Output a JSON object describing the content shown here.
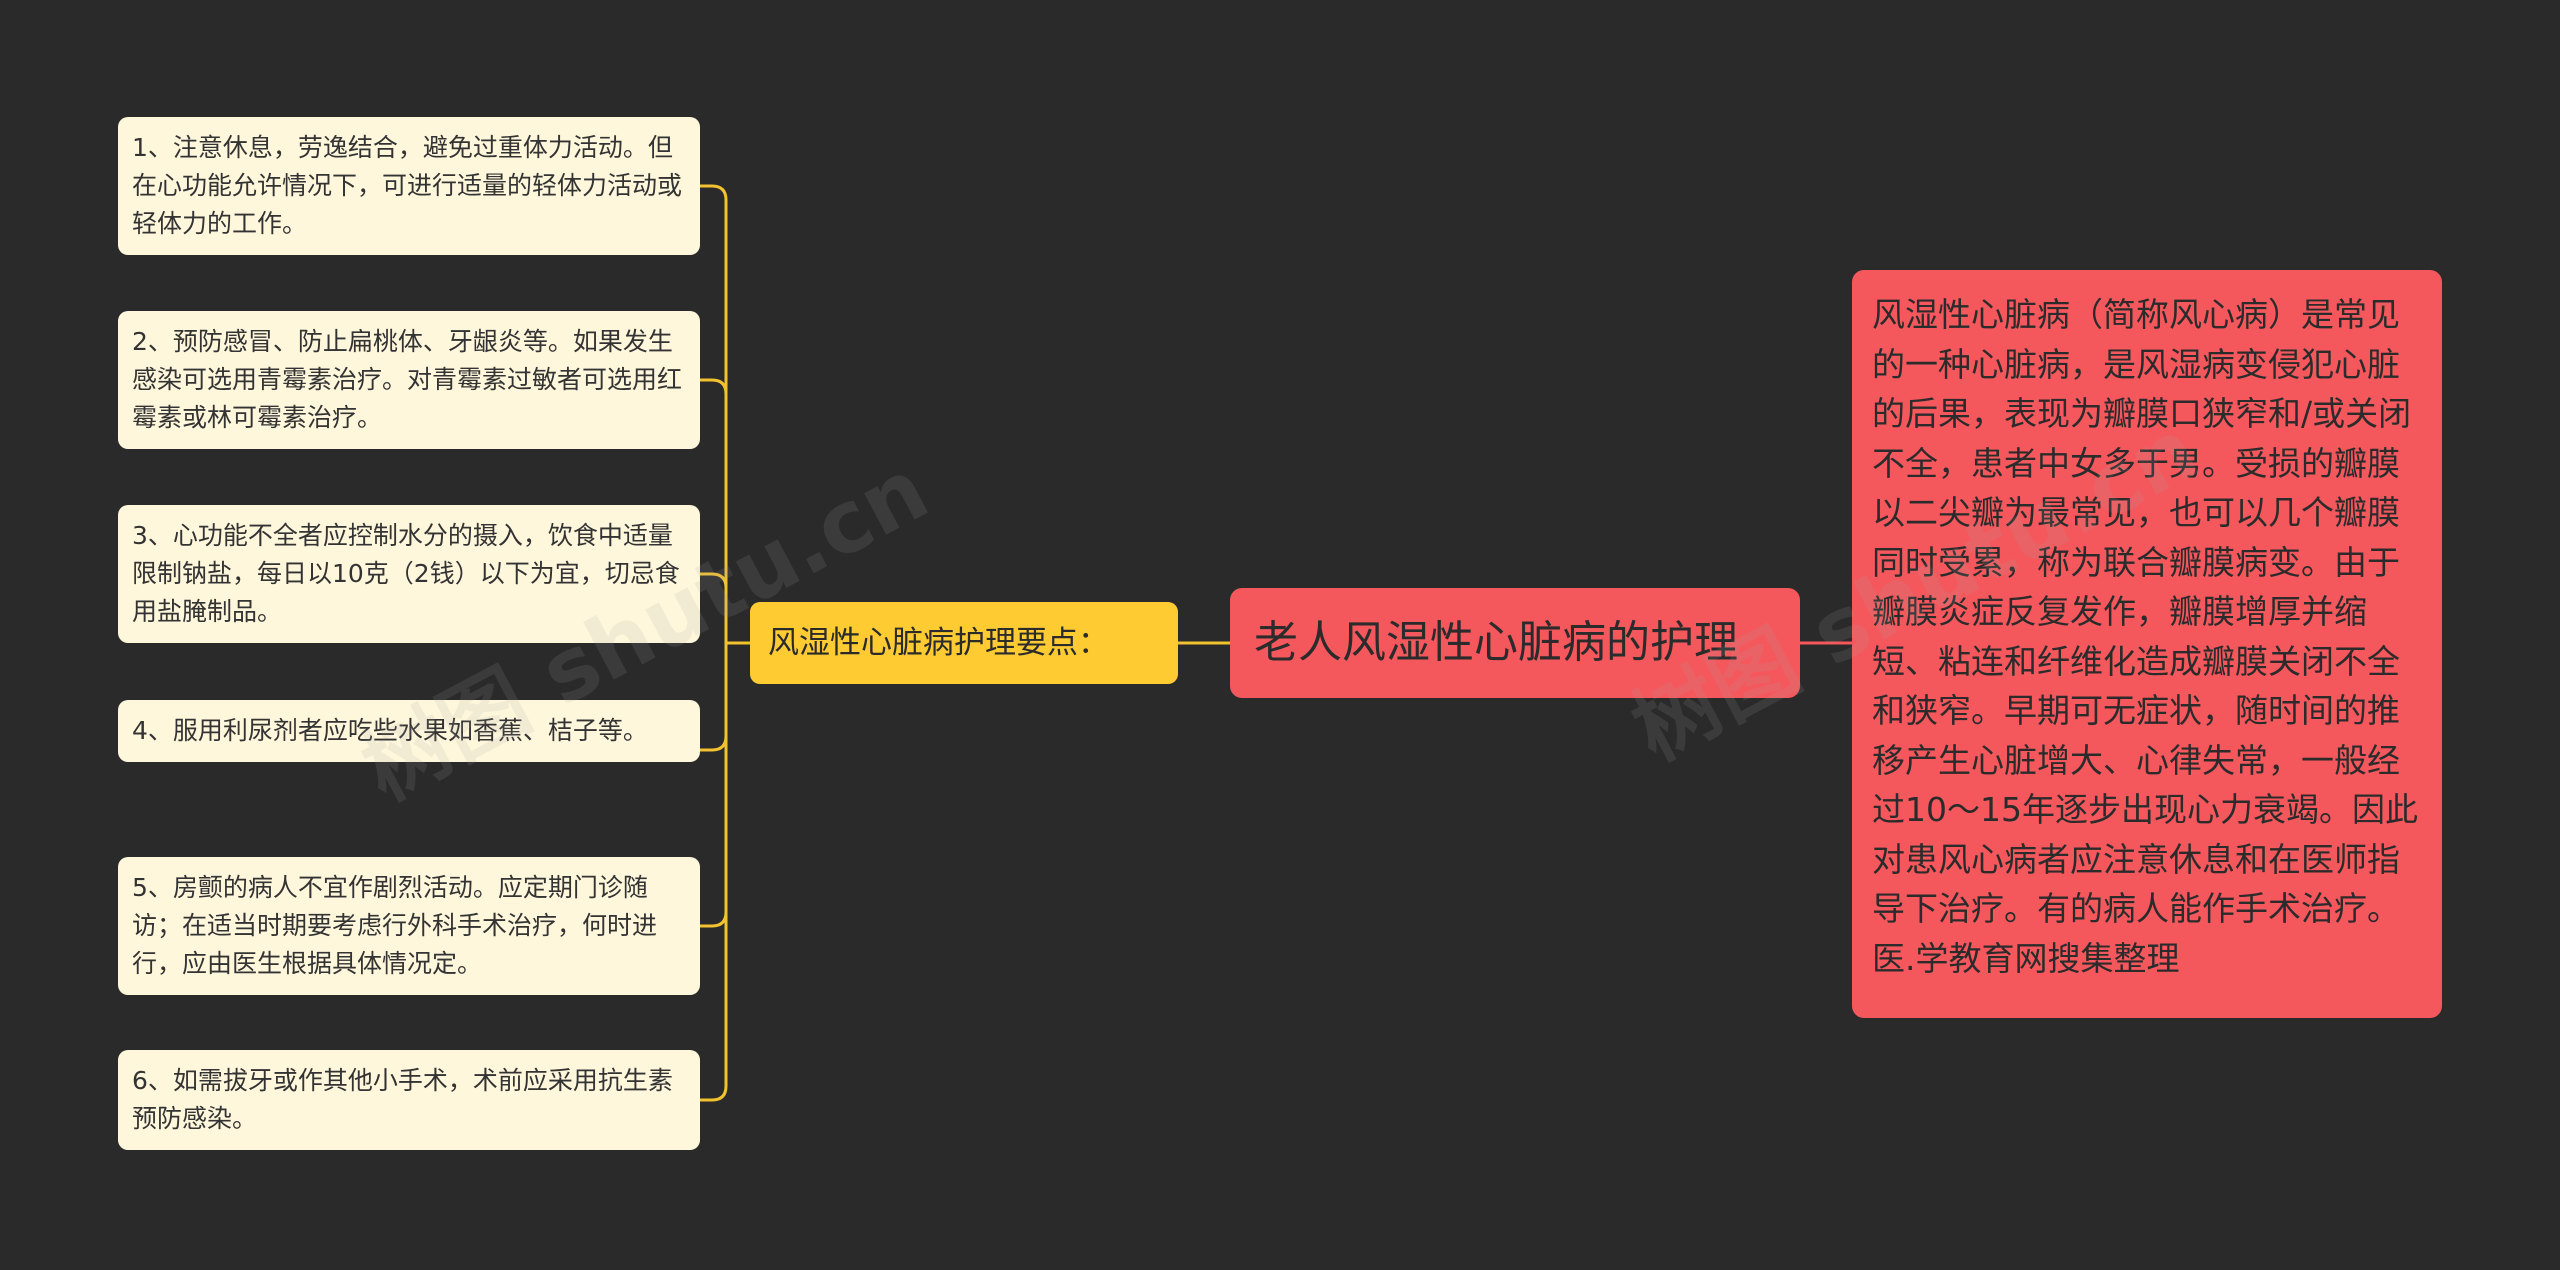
{
  "root": {
    "title": "老人风湿性心脏病的护理"
  },
  "branch": {
    "label": "风湿性心脏病护理要点："
  },
  "leaves": [
    {
      "text": "1、注意休息，劳逸结合，避免过重体力活动。但在心功能允许情况下，可进行适量的轻体力活动或轻体力的工作。"
    },
    {
      "text": "2、预防感冒、防止扁桃体、牙龈炎等。如果发生感染可选用青霉素治疗。对青霉素过敏者可选用红霉素或林可霉素治疗。"
    },
    {
      "text": "3、心功能不全者应控制水分的摄入，饮食中适量限制钠盐，每日以10克（2钱）以下为宜，切忌食用盐腌制品。"
    },
    {
      "text": "4、服用利尿剂者应吃些水果如香蕉、桔子等。"
    },
    {
      "text": "5、房颤的病人不宜作剧烈活动。应定期门诊随访；在适当时期要考虑行外科手术治疗，何时进行，应由医生根据具体情况定。"
    },
    {
      "text": "6、如需拔牙或作其他小手术，术前应采用抗生素预防感染。"
    }
  ],
  "description": {
    "text": "风湿性心脏病（简称风心病）是常见的一种心脏病，是风湿病变侵犯心脏的后果，表现为瓣膜口狭窄和/或关闭不全，患者中女多于男。受损的瓣膜以二尖瓣为最常见，也可以几个瓣膜同时受累，称为联合瓣膜病变。由于瓣膜炎症反复发作，瓣膜增厚并缩短、粘连和纤维化造成瓣膜关闭不全和狭窄。早期可无症状，随时间的推移产生心脏增大、心律失常，一般经过10～15年逐步出现心力衰竭。因此对患风心病者应注意休息和在医师指导下治疗。有的病人能作手术治疗。医.学教育网搜集整理"
  },
  "watermarks": [
    "树图 shutu.cn",
    "树图 shutu.cn"
  ],
  "colors": {
    "background": "#2a2a2a",
    "root_fill": "#f4585d",
    "branch_fill": "#ffcb33",
    "leaf_fill": "#fff7dc",
    "connector_leaf": "#f2c230",
    "connector_root": "#f4585d"
  }
}
